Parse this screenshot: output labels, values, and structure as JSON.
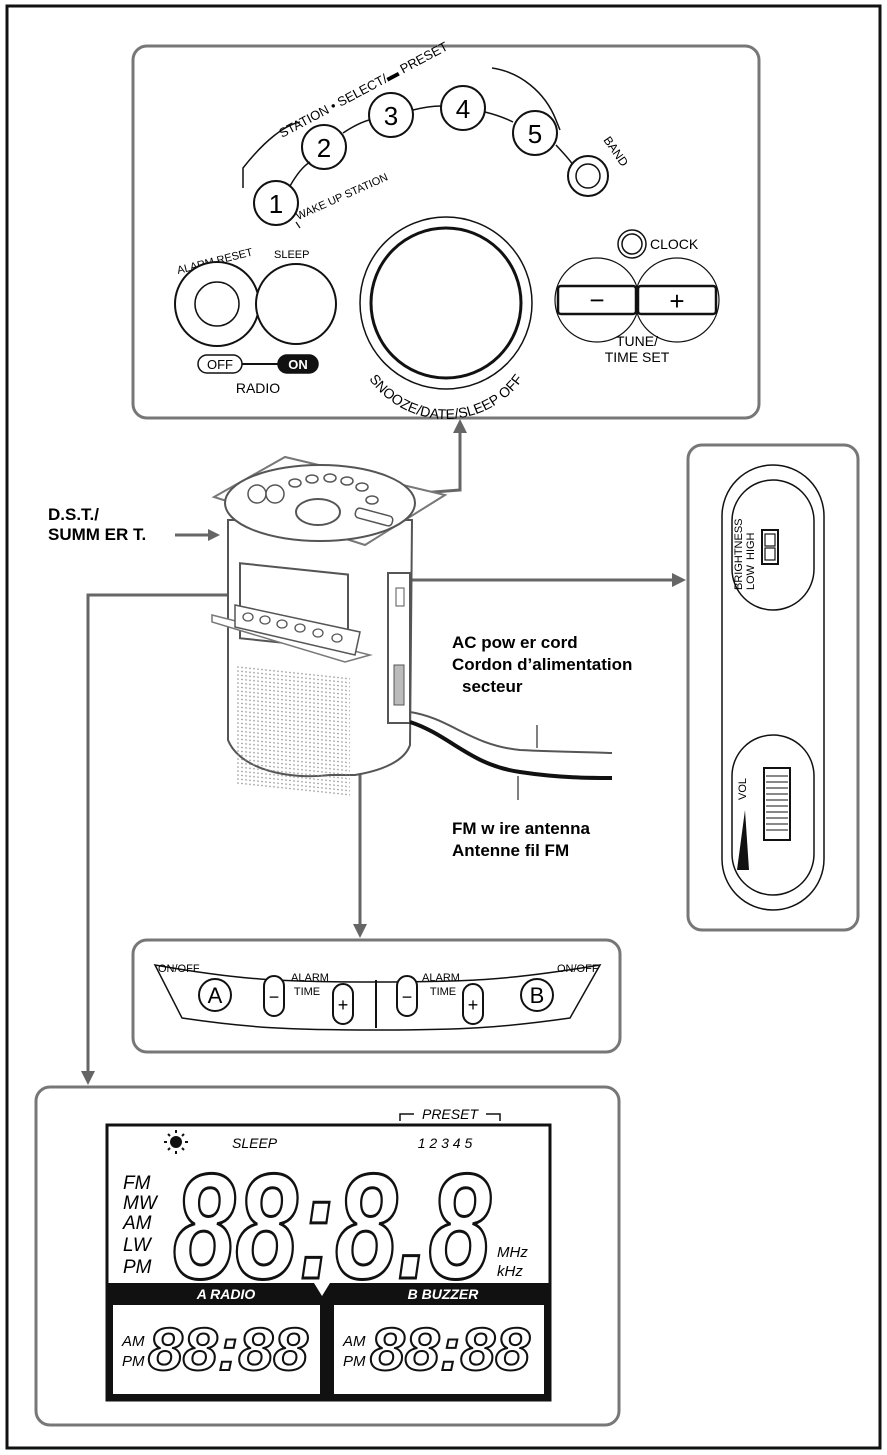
{
  "top_panel": {
    "preset_arc_label": "STATION • SELECT/▬ PRESET",
    "wake_up_label": "WAKE UP STATION",
    "preset_buttons": [
      "1",
      "2",
      "3",
      "4",
      "5"
    ],
    "band_label": "BAND",
    "clock_label": "CLOCK",
    "alarm_reset_label": "ALARM RESET",
    "sleep_label": "SLEEP",
    "snooze_label": "SNOOZE/DATE/SLEEP OFF",
    "tune_minus": "−",
    "tune_plus": "+",
    "tune_label_1": "TUNE/",
    "tune_label_2": "TIME SET",
    "radio_off": "OFF",
    "radio_on": "ON",
    "radio_label": "RADIO"
  },
  "callouts": {
    "dst_1": "D.S.T./",
    "dst_2": "SUMM ER T.",
    "ac_1": "AC pow er cord",
    "ac_2": "Cordon d’alimentation",
    "ac_3": "secteur",
    "fm_1": "FM  w ire antenna",
    "fm_2": "Antenne fil FM"
  },
  "side_panel": {
    "brightness": "BRIGHTNESS",
    "low": "LOW",
    "high": "HIGH",
    "vol": "VOL"
  },
  "alarm_panel": {
    "on_off_a": "ON/OFF",
    "a_button": "A",
    "alarm_label": "ALARM",
    "time_label": "TIME",
    "minus": "−",
    "plus": "+",
    "b_button": "B",
    "on_off_b": "ON/OFF"
  },
  "display": {
    "preset_label": "PRESET",
    "preset_numbers": "1 2 3 4 5",
    "sleep": "SLEEP",
    "bands": [
      "FM",
      "MW",
      "AM",
      "LW",
      "PM"
    ],
    "main_digits": "88:8.8",
    "mhz": "MHz",
    "khz": "kHz",
    "a_radio": "A  RADIO",
    "b_buzzer": "B  BUZZER",
    "am": "AM",
    "pm": "PM",
    "small_digits": "88:88"
  }
}
